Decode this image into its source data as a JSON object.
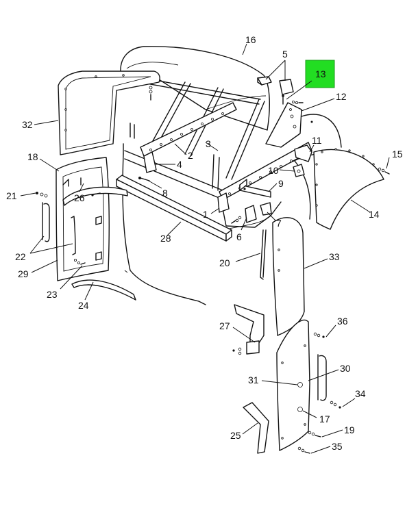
{
  "diagram": {
    "highlight_color": "#22dd22",
    "highlighted_label": "13",
    "callouts": [
      {
        "id": "c1",
        "label": "1"
      },
      {
        "id": "c2",
        "label": "2"
      },
      {
        "id": "c3",
        "label": "3"
      },
      {
        "id": "c4",
        "label": "4"
      },
      {
        "id": "c5",
        "label": "5"
      },
      {
        "id": "c6",
        "label": "6"
      },
      {
        "id": "c7",
        "label": "7"
      },
      {
        "id": "c8",
        "label": "8"
      },
      {
        "id": "c9",
        "label": "9"
      },
      {
        "id": "c10",
        "label": "10"
      },
      {
        "id": "c11",
        "label": "11"
      },
      {
        "id": "c12",
        "label": "12"
      },
      {
        "id": "c13",
        "label": "13"
      },
      {
        "id": "c14",
        "label": "14"
      },
      {
        "id": "c15",
        "label": "15"
      },
      {
        "id": "c16",
        "label": "16"
      },
      {
        "id": "c17",
        "label": "17"
      },
      {
        "id": "c18",
        "label": "18"
      },
      {
        "id": "c19",
        "label": "19"
      },
      {
        "id": "c20",
        "label": "20"
      },
      {
        "id": "c21",
        "label": "21"
      },
      {
        "id": "c22",
        "label": "22"
      },
      {
        "id": "c23",
        "label": "23"
      },
      {
        "id": "c24",
        "label": "24"
      },
      {
        "id": "c25",
        "label": "25"
      },
      {
        "id": "c26",
        "label": "26"
      },
      {
        "id": "c27",
        "label": "27"
      },
      {
        "id": "c28",
        "label": "28"
      },
      {
        "id": "c29",
        "label": "29"
      },
      {
        "id": "c30",
        "label": "30"
      },
      {
        "id": "c31",
        "label": "31"
      },
      {
        "id": "c32",
        "label": "32"
      },
      {
        "id": "c33",
        "label": "33"
      },
      {
        "id": "c34",
        "label": "34"
      },
      {
        "id": "c35",
        "label": "35"
      },
      {
        "id": "c36",
        "label": "36"
      }
    ]
  }
}
